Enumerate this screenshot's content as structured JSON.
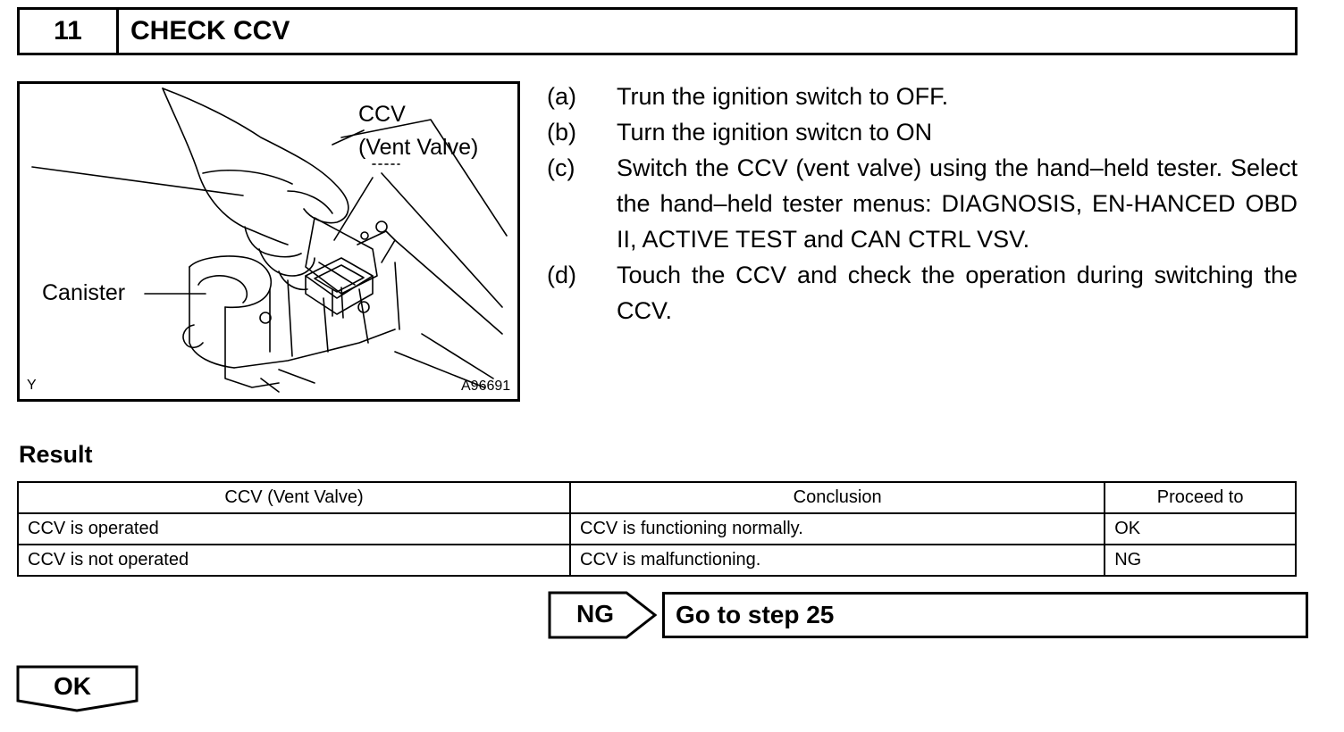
{
  "step": {
    "number": "11",
    "title": "CHECK CCV"
  },
  "figure": {
    "label_ccv": "CCV",
    "label_vent_valve": "(Vent Valve)",
    "label_canister": "Canister",
    "corner_left": "Y",
    "figure_code": "A96691"
  },
  "instructions": [
    {
      "marker": "(a)",
      "text": "Trun the ignition switch to OFF."
    },
    {
      "marker": "(b)",
      "text": "Turn the ignition switcn to ON"
    },
    {
      "marker": "(c)",
      "text": "Switch the CCV (vent valve) using the hand–held tester. Select the hand–held tester menus: DIAGNOSIS, EN-HANCED OBD II, ACTIVE TEST and CAN CTRL VSV."
    },
    {
      "marker": "(d)",
      "text": "Touch the CCV and check the operation during switching the CCV."
    }
  ],
  "result": {
    "heading": "Result",
    "columns": [
      "CCV (Vent Valve)",
      "Conclusion",
      "Proceed to"
    ],
    "rows": [
      [
        "CCV is operated",
        "CCV is functioning normally.",
        "OK"
      ],
      [
        "CCV is not operated",
        "CCV is malfunctioning.",
        "NG"
      ]
    ]
  },
  "ng_branch": {
    "label": "NG",
    "action": "Go to step 25"
  },
  "ok_branch": {
    "label": "OK"
  }
}
